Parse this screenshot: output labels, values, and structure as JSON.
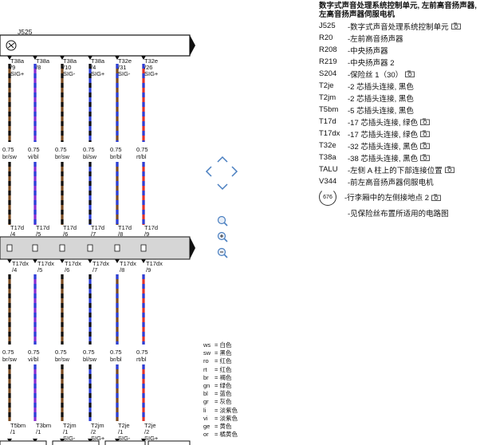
{
  "diagram": {
    "component_label": "J525",
    "top_connectors": [
      {
        "pin": "T38a\n/9",
        "signal": "SIG+"
      },
      {
        "pin": "T38a\n/8",
        "signal": ""
      },
      {
        "pin": "T38a\n/10",
        "signal": "SIG-"
      },
      {
        "pin": "T38a\n/4",
        "signal": "SIG+"
      },
      {
        "pin": "T32e\n/31",
        "signal": "SIG-"
      },
      {
        "pin": "T32e\n/26",
        "signal": "SIG+"
      }
    ],
    "upper_wires": [
      {
        "size": "0.75",
        "color": "br/sw"
      },
      {
        "size": "0.75",
        "color": "vi/bl"
      },
      {
        "size": "0.75",
        "color": "br/sw"
      },
      {
        "size": "0.75",
        "color": "bl/sw"
      },
      {
        "size": "0.75",
        "color": "br/bl"
      },
      {
        "size": "0.75",
        "color": "rt/bl"
      }
    ],
    "t17d": [
      "T17d\n/4",
      "T17d\n/5",
      "T17d\n/6",
      "T17d\n/7",
      "T17d\n/8",
      "T17d\n/9"
    ],
    "t17dx": [
      "T17dx\n/4",
      "T17dx\n/5",
      "T17dx\n/6",
      "T17dx\n/7",
      "T17dx\n/8",
      "T17dx\n/9"
    ],
    "lower_wires": [
      {
        "size": "0.75",
        "color": "br/sw"
      },
      {
        "size": "0.75",
        "color": "vi/bl"
      },
      {
        "size": "0.75",
        "color": "br/sw"
      },
      {
        "size": "0.75",
        "color": "bl/sw"
      },
      {
        "size": "0.75",
        "color": "br/bl"
      },
      {
        "size": "0.75",
        "color": "rt/bl"
      }
    ],
    "bottom_connectors": [
      {
        "pin": "T5bm\n/1",
        "signal": ""
      },
      {
        "pin": "T3bm\n/1",
        "signal": ""
      },
      {
        "pin": "T2jm\n/1",
        "signal": "SIG-"
      },
      {
        "pin": "T2jm\n/2",
        "signal": "SIG+"
      },
      {
        "pin": "T2je\n/1",
        "signal": "SIG-"
      },
      {
        "pin": "T2je\n/2",
        "signal": "SIG+"
      }
    ]
  },
  "legend": {
    "title": "数字式声音处理系统控制单元, 左前高音扬声器, 左高音扬声器伺服电机",
    "items": [
      {
        "code": "J525",
        "desc": "-数字式声音处理系统控制单元",
        "camera": true
      },
      {
        "code": "R20",
        "desc": "-左前高音扬声器",
        "camera": false
      },
      {
        "code": "R208",
        "desc": "-中央扬声器",
        "camera": false
      },
      {
        "code": "R219",
        "desc": "-中央扬声器 2",
        "camera": false
      },
      {
        "code": "S204",
        "desc": "-保险丝 1（30）",
        "camera": true
      },
      {
        "code": "T2je",
        "desc": "-2 芯插头连接, 黑色",
        "camera": false
      },
      {
        "code": "T2jm",
        "desc": "-2 芯插头连接, 黑色",
        "camera": false
      },
      {
        "code": "T5bm",
        "desc": "-5 芯插头连接, 黑色",
        "camera": false
      },
      {
        "code": "T17d",
        "desc": "-17 芯插头连接, 绿色",
        "camera": true
      },
      {
        "code": "T17dx",
        "desc": "-17 芯插头连接, 绿色",
        "camera": true
      },
      {
        "code": "T32e",
        "desc": "-32 芯插头连接, 黑色",
        "camera": true
      },
      {
        "code": "T38a",
        "desc": "-38 芯插头连接, 黑色",
        "camera": true
      },
      {
        "code": "TALU",
        "desc": "-左侧 A 柱上的下部连接位置",
        "camera": true
      },
      {
        "code": "V344",
        "desc": "-前左高音扬声器伺服电机",
        "camera": false
      }
    ],
    "ground": {
      "number": "676",
      "desc": "-行李厢中的左侧接地点 2",
      "camera": true
    },
    "fuse_note": "-见保险丝布置所适用的电路图"
  },
  "color_key": [
    {
      "ab": "ws",
      "name": "= 白色"
    },
    {
      "ab": "sw",
      "name": "= 黑色"
    },
    {
      "ab": "ro",
      "name": "= 红色"
    },
    {
      "ab": "rt",
      "name": "= 红色"
    },
    {
      "ab": "br",
      "name": "= 褐色"
    },
    {
      "ab": "gn",
      "name": "= 绿色"
    },
    {
      "ab": "bl",
      "name": "= 蓝色"
    },
    {
      "ab": "gr",
      "name": "= 灰色"
    },
    {
      "ab": "li",
      "name": "= 淡紫色"
    },
    {
      "ab": "vi",
      "name": "= 淡紫色"
    },
    {
      "ab": "ge",
      "name": "= 黄色"
    },
    {
      "ab": "or",
      "name": "= 橘黄色"
    }
  ],
  "colors": {
    "wire_black": "#111111",
    "wire_red": "#e0322a",
    "wire_blue": "#2b3fd8",
    "wire_violet": "#8a2bd0",
    "wire_brown": "#7a4a20",
    "connector_band": "#d6d6d6",
    "nav_blue": "#4a7fc0"
  }
}
